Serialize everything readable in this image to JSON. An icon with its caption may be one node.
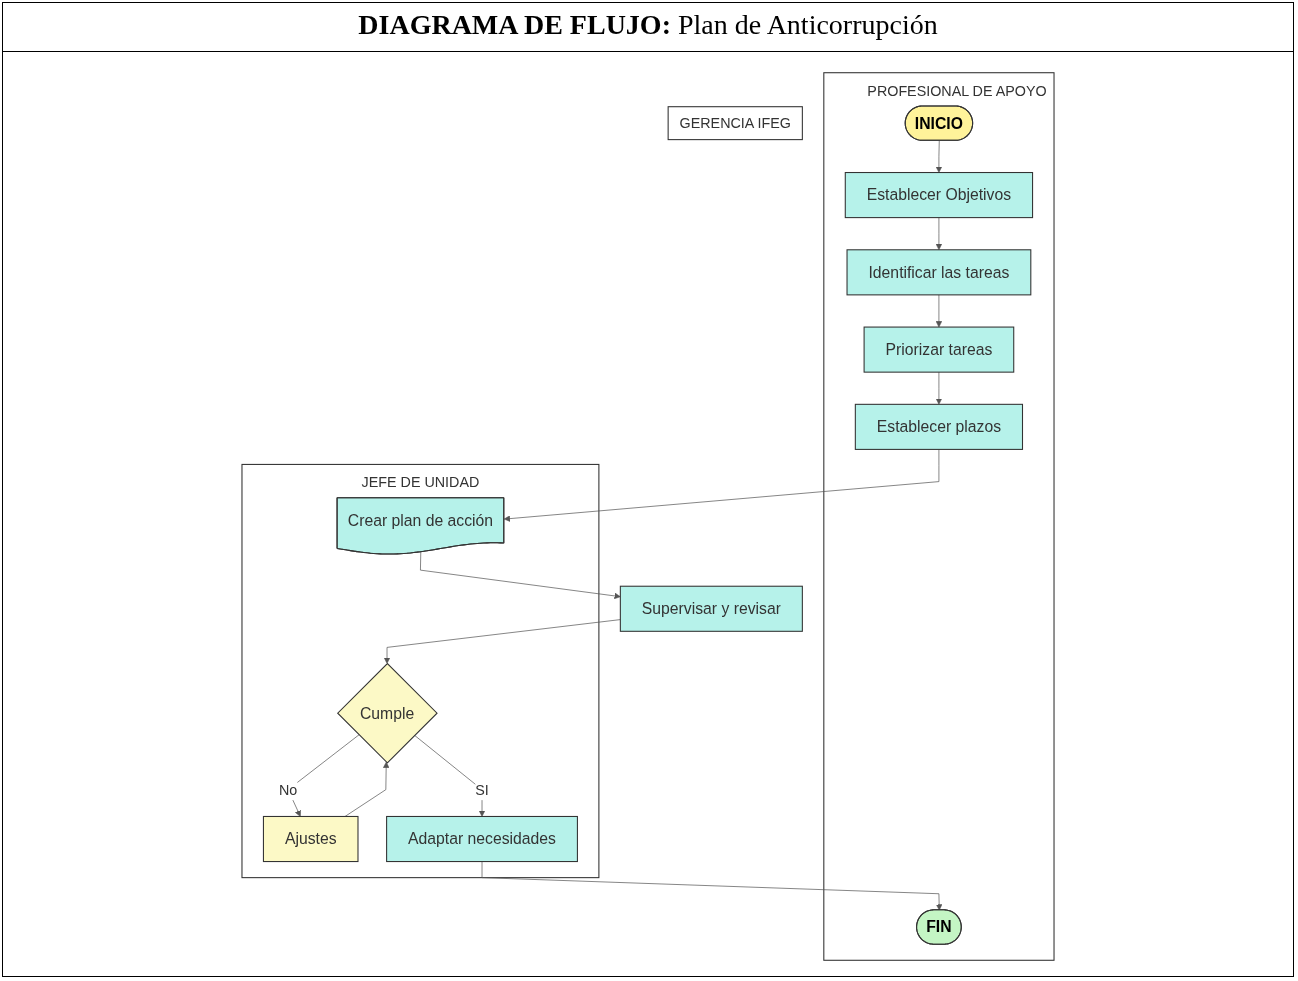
{
  "diagram": {
    "title": "**DIAGRAMA DE FLUJO:** Plan de Anticorrupción",
    "nodes": [
      {
        "text": [
          "PROFESIONAL DE APOYO"
        ]
      },
      {
        "text": [
          "JEFE DE UNIDAD"
        ]
      },
      {
        "text": [
          "GERENCIA IFEG"
        ]
      },
      {
        "text": [
          "INICIO"
        ],
        "in": 0
      },
      {
        "text": [
          "Establecer Objetivos"
        ],
        "in": 0
      },
      {
        "text": [
          "Identificar las tareas"
        ],
        "in": 0
      },
      {
        "text": [
          "Priorizar tareas"
        ],
        "in": 0
      },
      {
        "text": [
          "Establecer plazos"
        ],
        "in": 0
      },
      {
        "text": [
          "Crear plan de acción"
        ],
        "in": 1
      },
      {
        "text": [
          "Supervisar y revisar"
        ]
      },
      {
        "text": [
          "Ajustes"
        ],
        "in": 1
      },
      {
        "text": [
          "Cumple"
        ],
        "in": 1
      },
      {
        "text": [
          "Adaptar necesidades"
        ],
        "in": 1
      },
      {
        "text": [
          "FIN"
        ],
        "in": 0
      }
    ],
    "edges": [
      {
        "from": 3,
        "to": 4,
        "arrow": "to"
      },
      {
        "from": 4,
        "to": 5,
        "arrow": "to"
      },
      {
        "from": 5,
        "to": 6,
        "arrow": "to"
      },
      {
        "from": 6,
        "to": 7,
        "arrow": "to"
      },
      {
        "from": 7,
        "to": 8,
        "arrow": "to"
      },
      {
        "from": 8,
        "to": 9,
        "arrow": "to"
      },
      {
        "from": 9,
        "to": 11,
        "arrow": "to"
      },
      {
        "from": 10,
        "to": 11,
        "arrow": "to"
      },
      {
        "from": 11,
        "to": 10,
        "arrow": "to",
        "label": "No"
      },
      {
        "from": 11,
        "to": 12,
        "arrow": "to",
        "label": "SI"
      },
      {
        "from": 12,
        "to": 13,
        "arrow": "to"
      }
    ]
  }
}
